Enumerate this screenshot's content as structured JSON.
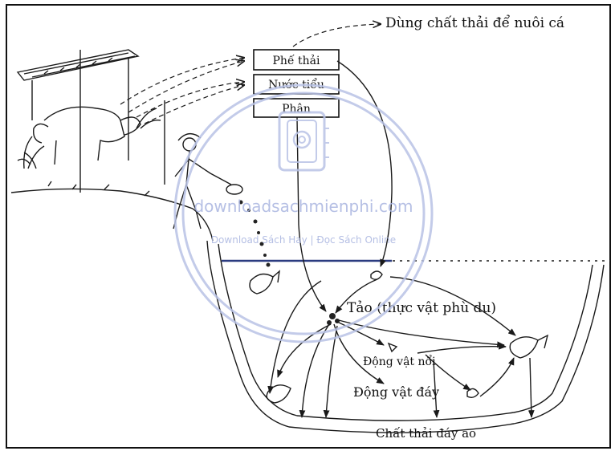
{
  "diagram": {
    "headline": "Dùng chất thải để nuôi cá",
    "boxes": {
      "waste": "Phế thải",
      "urine": "Nước tiểu",
      "manure": "Phân"
    },
    "algae_label": "Tảo (thực vật phù du)",
    "zooplankton_label": "Động vật nổi",
    "benthos_label": "Động vật đáy",
    "pond_bottom_label": "Chất thải đáy ao"
  },
  "watermark": {
    "site": "downloadsachmienphi.com",
    "tagline": "Download Sách Hay | Đọc Sách Online"
  }
}
